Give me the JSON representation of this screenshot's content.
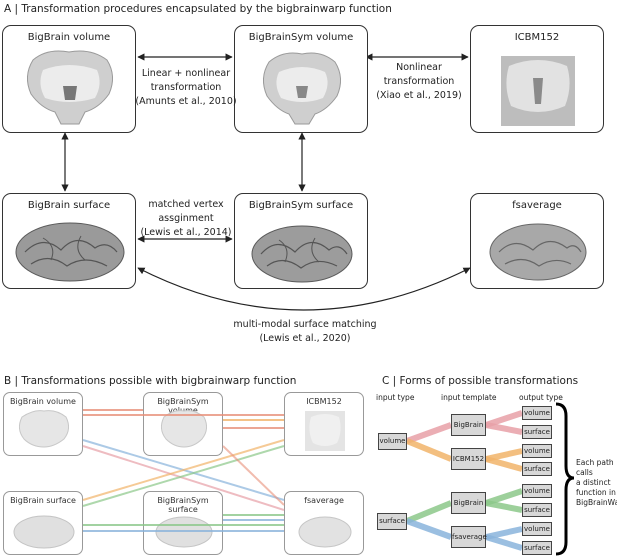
{
  "panelA": {
    "title": "A | Transformation procedures encapsulated by the bigbrainwarp function",
    "boxes": {
      "bigbrain_volume": "BigBrain volume",
      "bigbrainsym_volume": "BigBrainSym volume",
      "icbm152": "ICBM152",
      "bigbrain_surface": "BigBrain surface",
      "bigbrainsym_surface": "BigBrainSym surface",
      "fsaverage": "fsaverage"
    },
    "notes": {
      "linear_1": "Linear + nonlinear",
      "linear_2": "transformation",
      "linear_3": "(Amunts et al., 2010)",
      "nonlin_1": "Nonlinear",
      "nonlin_2": "transformation",
      "nonlin_3": "(Xiao et al., 2019)",
      "vertex_1": "matched vertex",
      "vertex_2": "assginment",
      "vertex_3": "(Lewis et al., 2014)",
      "mm_1": "multi-modal surface matching",
      "mm_2": "(Lewis et al., 2020)"
    }
  },
  "panelB": {
    "title": "B | Transformations possible with bigbrainwarp function",
    "boxes": {
      "bigbrain_volume": "BigBrain volume",
      "bigbrainsym_volume": "BigBrainSym volume",
      "icbm152": "ICBM152",
      "bigbrain_surface": "BigBrain surface",
      "bigbrainsym_surface": "BigBrainSym surface",
      "fsaverage": "fsaverage"
    }
  },
  "panelC": {
    "title": "C | Forms of possible transformations",
    "headers": {
      "input_type": "input type",
      "input_template": "input template",
      "output_type": "output type"
    },
    "inputs": [
      "volume",
      "surface"
    ],
    "templates": [
      "BigBrain",
      "ICBM152",
      "BigBrain",
      "fsaverage"
    ],
    "outputs": [
      "volume",
      "surface",
      "volume",
      "surface",
      "volume",
      "surface",
      "volume",
      "surface"
    ],
    "side_note": [
      "Each path calls",
      "a distinct",
      "function in",
      "BigBrainWarp"
    ]
  },
  "colors": {
    "red": "#e8907a",
    "orange": "#f2b46a",
    "green": "#8cc88a",
    "blue": "#8ab4dc",
    "pink": "#e8a0a8"
  }
}
